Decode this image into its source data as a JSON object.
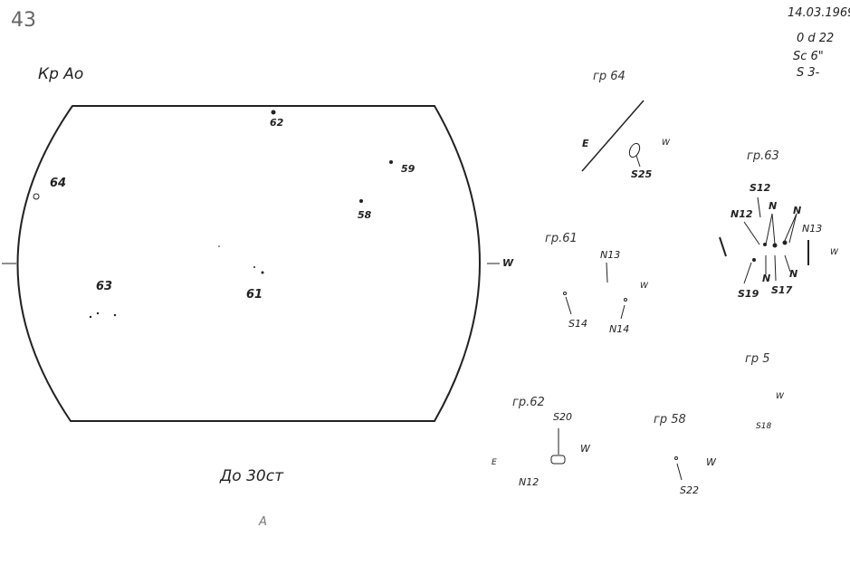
{
  "page_number": "43",
  "observation": {
    "date": "14.03.1969",
    "time": "0 d 22",
    "seeing": "Sc 6\"",
    "s": "S 3-"
  },
  "disk": {
    "label": "Кр Ао",
    "west_label": "W",
    "spot_labels": [
      "62",
      "59",
      "64",
      "58",
      "63",
      "61"
    ]
  },
  "footer": {
    "note": "До 30ст",
    "mark": "А"
  },
  "groups": {
    "gr64": {
      "title": "гр 64",
      "e": "E",
      "w": "W",
      "labels": [
        "S25"
      ]
    },
    "gr63": {
      "title": "гр.63",
      "w": "W",
      "labels": [
        "S12",
        "N12",
        "N",
        "N",
        "N13",
        "S19",
        "S17",
        "N",
        "N"
      ]
    },
    "gr61": {
      "title": "гр.61",
      "w": "W",
      "labels": [
        "N13",
        "S14",
        "N14"
      ]
    },
    "gr5": {
      "title": "гр 5",
      "w": "W",
      "labels": [
        "S18"
      ]
    },
    "gr62": {
      "title": "гр.62",
      "e": "E",
      "w": "W",
      "labels": [
        "S20",
        "N12"
      ]
    },
    "gr58": {
      "title": "гр 58",
      "w": "W",
      "labels": [
        "S22"
      ]
    }
  }
}
